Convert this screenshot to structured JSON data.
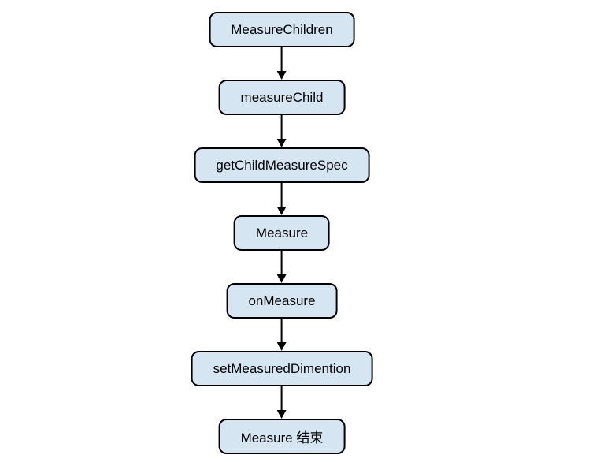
{
  "diagram": {
    "type": "flowchart",
    "orientation": "vertical",
    "nodes": [
      {
        "id": 0,
        "label": "MeasureChildren"
      },
      {
        "id": 1,
        "label": "measureChild"
      },
      {
        "id": 2,
        "label": "getChildMeasureSpec"
      },
      {
        "id": 3,
        "label": "Measure"
      },
      {
        "id": 4,
        "label": "onMeasure"
      },
      {
        "id": 5,
        "label": "setMeasuredDimention"
      },
      {
        "id": 6,
        "label": "Measure 结束"
      }
    ],
    "edges": [
      {
        "from": 0,
        "to": 1
      },
      {
        "from": 1,
        "to": 2
      },
      {
        "from": 2,
        "to": 3
      },
      {
        "from": 3,
        "to": 4
      },
      {
        "from": 4,
        "to": 5
      },
      {
        "from": 5,
        "to": 6
      }
    ],
    "colors": {
      "background": "#ffffff",
      "node_fill": "#d6e5f2",
      "node_border": "#000000",
      "arrow": "#000000",
      "text": "#000000"
    }
  }
}
